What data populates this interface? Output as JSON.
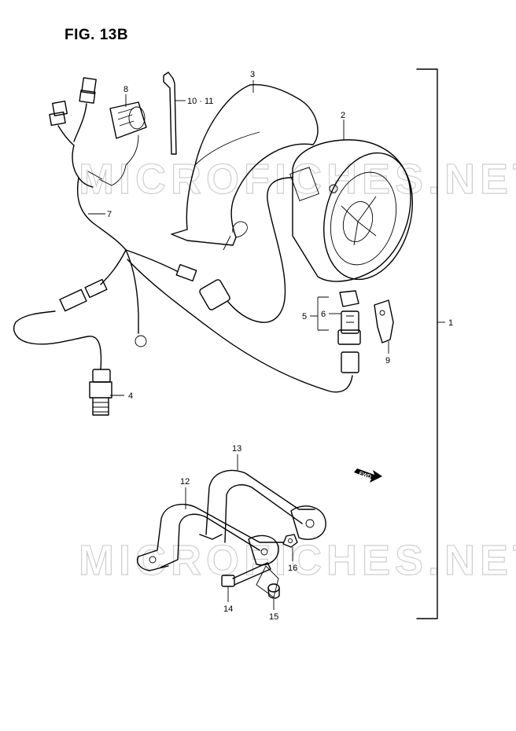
{
  "figure_title": "FIG. 13B",
  "watermark": "MICROFICHES.NET",
  "fwd_label": "FWD",
  "callouts": {
    "c1": "1",
    "c2": "2",
    "c3": "3",
    "c4": "4",
    "c5": "5",
    "c6": "6",
    "c7": "7",
    "c8": "8",
    "c9": "9",
    "c10_11": "10 · 11",
    "c12": "12",
    "c13": "13",
    "c14": "14",
    "c15": "15",
    "c16": "16"
  }
}
